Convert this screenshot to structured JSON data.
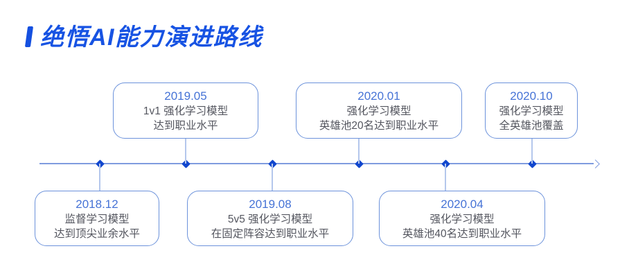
{
  "title": {
    "text": "绝悟AI能力演进路线",
    "accent_color": "#1753e3"
  },
  "timeline": {
    "axis_color": "#7f9cdf",
    "connector_color": "#b4c7ec",
    "dot_color": "#1147ce",
    "card_border_color": "#6c92db",
    "date_color": "#4673d6",
    "text_color": "#54565f",
    "direction": "left-to-right",
    "events": [
      {
        "date": "2018.12",
        "lines": [
          "监督学习模型",
          "达到顶尖业余水平"
        ],
        "position": "below"
      },
      {
        "date": "2019.05",
        "lines": [
          "1v1 强化学习模型",
          "达到职业水平"
        ],
        "position": "above"
      },
      {
        "date": "2019.08",
        "lines": [
          "5v5 强化学习模型",
          "在固定阵容达到职业水平"
        ],
        "position": "below"
      },
      {
        "date": "2020.01",
        "lines": [
          "强化学习模型",
          "英雄池20名达到职业水平"
        ],
        "position": "above"
      },
      {
        "date": "2020.04",
        "lines": [
          "强化学习模型",
          "英雄池40名达到职业水平"
        ],
        "position": "below"
      },
      {
        "date": "2020.10",
        "lines": [
          "强化学习模型",
          "全英雄池覆盖"
        ],
        "position": "above"
      }
    ]
  }
}
